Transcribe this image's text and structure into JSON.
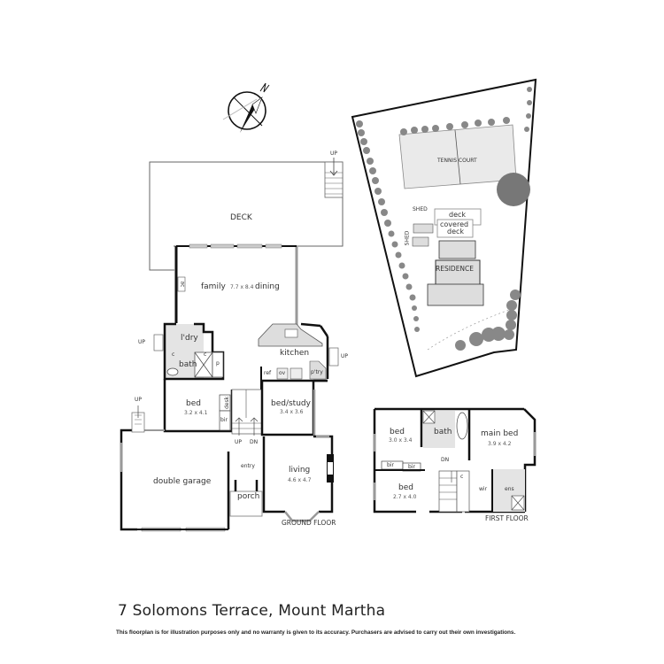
{
  "title": "7 Solomons Terrace, Mount Martha",
  "disclaimer": "This floorplan is for illustration purposes only and no warranty is given to its accuracy. Purchasers are advised to carry out their own investigations.",
  "compass": {
    "label": "N",
    "icon": "north-arrow-compass-icon"
  },
  "ground_floor": {
    "label": "GROUND FLOOR",
    "rooms": {
      "deck": {
        "name": "DECK"
      },
      "family": {
        "name": "family",
        "dim": "7.7 x 8.4"
      },
      "dining": {
        "name": "dining"
      },
      "kitchen": {
        "name": "kitchen"
      },
      "laundry": {
        "name": "l'dry"
      },
      "bath": {
        "name": "bath"
      },
      "bed": {
        "name": "bed",
        "dim": "3.2 x 4.1"
      },
      "bed_study": {
        "name": "bed/study",
        "dim": "3.4 x 3.6"
      },
      "living": {
        "name": "living",
        "dim": "4.6 x 4.7"
      },
      "double_garage": {
        "name": "double garage"
      },
      "entry": {
        "name": "entry"
      },
      "porch": {
        "name": "porch"
      }
    },
    "fixtures": {
      "ac": "ac",
      "ref": "ref",
      "ov": "ov",
      "pantry": "p'try",
      "c1": "c",
      "c2": "c",
      "p": "p",
      "desk": "desk",
      "bir": "bir",
      "up_stair": "UP",
      "dn_stair": "DN",
      "up_deck": "UP",
      "up_laundry": "UP",
      "up_kitchen": "UP",
      "up_garage": "UP"
    }
  },
  "first_floor": {
    "label": "FIRST FLOOR",
    "rooms": {
      "bed1": {
        "name": "bed",
        "dim": "3.0 x 3.4"
      },
      "bath": {
        "name": "bath"
      },
      "main_bed": {
        "name": "main bed",
        "dim": "3.9 x 4.2"
      },
      "bed2": {
        "name": "bed",
        "dim": "2.7 x 4.0"
      }
    },
    "fixtures": {
      "bir1": "bir",
      "bir2": "bir",
      "dn": "DN",
      "c": "c",
      "wir": "wir",
      "ens": "ens"
    }
  },
  "site_plan": {
    "tennis_court": "TENNIS COURT",
    "shed1": "SHED",
    "shed2": "SHED",
    "deck": "deck",
    "covered_deck_line1": "covered",
    "covered_deck_line2": "deck",
    "residence": "RESIDENCE"
  }
}
